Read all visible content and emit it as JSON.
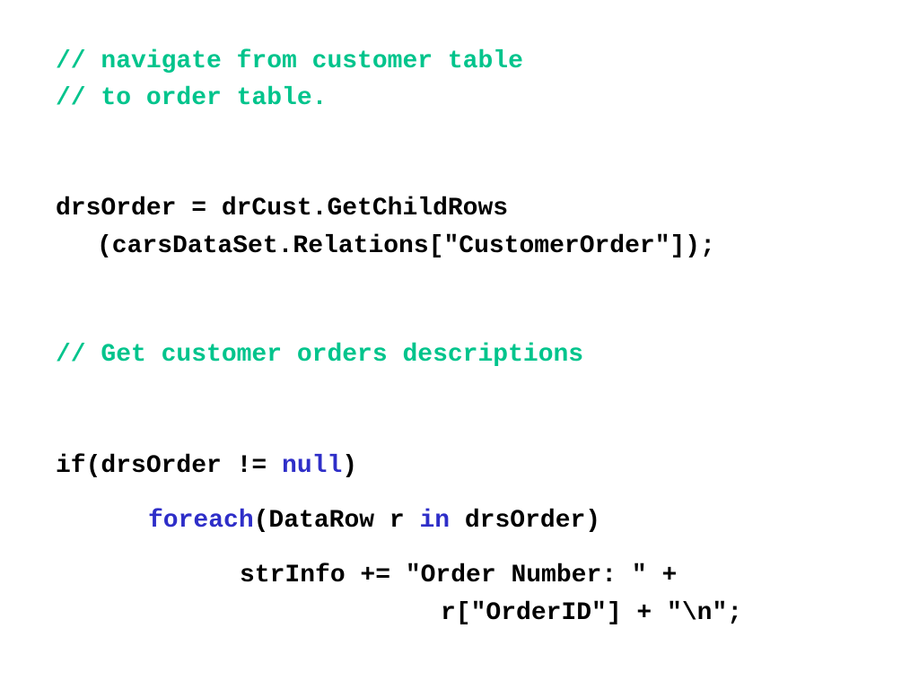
{
  "code": {
    "comment_1_line_1": "// navigate from customer table",
    "comment_1_line_2": "// to order table.",
    "assign_line_1": "drsOrder = drCust.GetChildRows",
    "assign_line_2": "(carsDataSet.Relations[\"CustomerOrder\"]);",
    "comment_2": "// Get customer orders descriptions",
    "if_prefix": "if(drsOrder != ",
    "if_keyword": "null",
    "if_suffix": ")",
    "foreach_keyword": "foreach",
    "foreach_mid": "(DataRow r ",
    "in_keyword": "in",
    "foreach_suffix": " drsOrder)",
    "strinfo_line_1": "strInfo += \"Order Number: \" +",
    "strinfo_line_2": "r[\"OrderID\"] + \"\\n\";"
  },
  "colors": {
    "comment": "#00C48C",
    "keyword": "#2E2EC8",
    "text": "#000000",
    "background": "#FFFFFF"
  }
}
